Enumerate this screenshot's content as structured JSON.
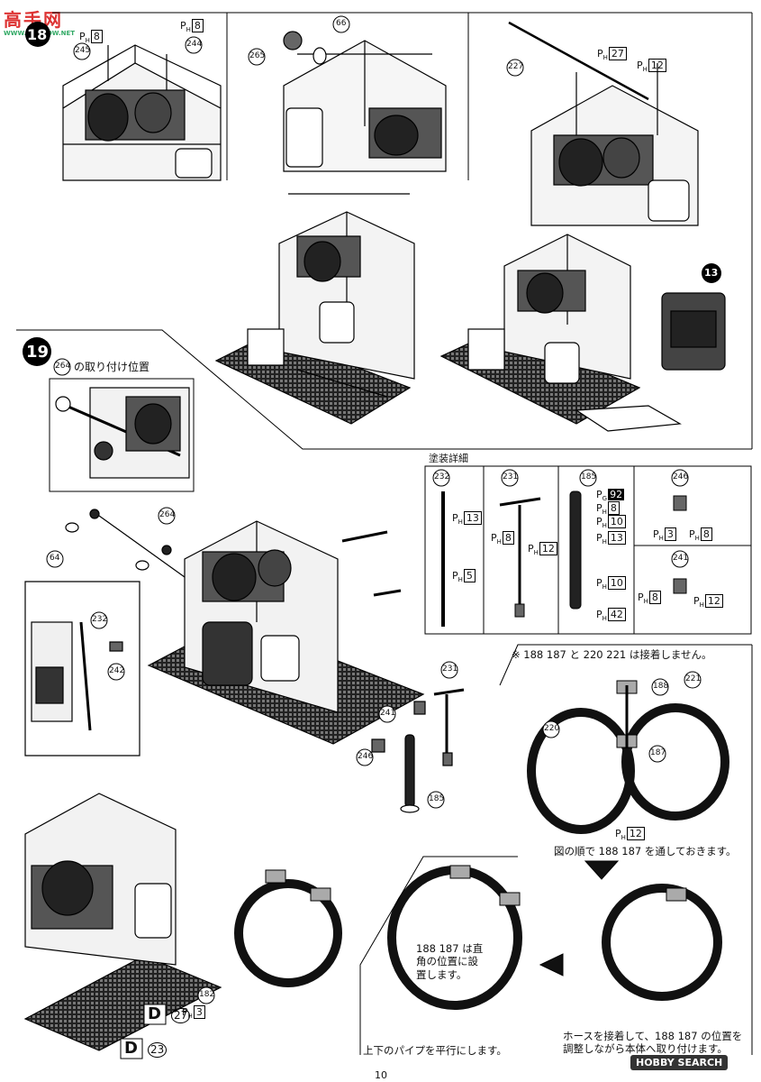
{
  "watermark_top": {
    "brand": "高手网",
    "sub": "WWW.GOSHOW.NET"
  },
  "watermark_bottom": {
    "brand": "HOBBY SEARCH"
  },
  "page_number": "10",
  "steps": {
    "step18": {
      "number": "18"
    },
    "step19": {
      "number": "19",
      "note": "の取り付け位置",
      "note_part": "264"
    },
    "step13_ref": "13"
  },
  "parts": {
    "p245": "245",
    "p244": "244",
    "p265": "265",
    "p66": "66",
    "p227": "227",
    "p64": "64",
    "p264": "264",
    "p232": "232",
    "p242": "242",
    "p231": "231",
    "p241": "241",
    "p246": "246",
    "p185": "185",
    "p182": "182",
    "p188": "188",
    "p187": "187",
    "p220": "220",
    "p221": "221"
  },
  "paints": {
    "ph8": "8",
    "ph27": "27",
    "ph12": "12",
    "ph13": "13",
    "ph5": "5",
    "ph10": "10",
    "ph42": "42",
    "ph3": "3",
    "pg92": "92"
  },
  "paint_detail": {
    "title": "塗装詳細"
  },
  "decals": {
    "d27": "27",
    "d23": "23",
    "letter": "D"
  },
  "notes": {
    "no_glue": "※ 188 187 と 220 221 は接着しません。",
    "pass_order": "図の順で 188 187 を通しておきます。",
    "right_angle": "188 187 は直角の位置に設置します。",
    "parallel": "上下のパイプを平行にします。",
    "attach": "ホースを接着して、188 187 の位置を調整しながら本体へ取り付けます。"
  }
}
